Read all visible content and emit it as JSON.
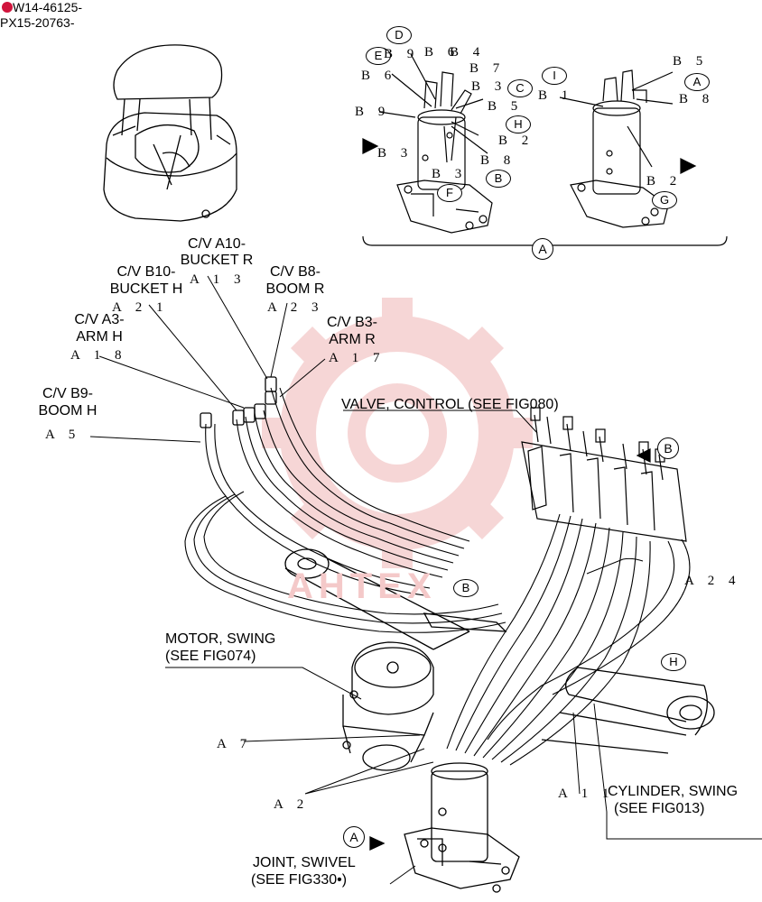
{
  "header": {
    "serial_line_1": "W14-46125-",
    "serial_line_2": "PX15-20763-"
  },
  "watermark": {
    "text": "AHTEX",
    "color": "#f0b3b3"
  },
  "inset": {
    "bracket_circle": "A",
    "circles": [
      "D",
      "E",
      "C",
      "H",
      "B",
      "F",
      "I",
      "A",
      "G"
    ],
    "left_refs": [
      "B 9",
      "B 6",
      "B 4",
      "B 7",
      "B 6",
      "B 3",
      "B 5",
      "B 9",
      "B 2",
      "B 3",
      "B 3",
      "B 8"
    ],
    "right_refs": [
      "B 5",
      "B 1",
      "B 8",
      "B 2"
    ]
  },
  "labels": {
    "cv_a10": {
      "line1": "C/V A10-",
      "line2": "BUCKET R",
      "ref": "A 1 3"
    },
    "cv_b10": {
      "line1": "C/V B10-",
      "line2": "BUCKET H",
      "ref": "A 2 1"
    },
    "cv_b8": {
      "line1": "C/V B8-",
      "line2": "BOOM R",
      "ref": "A 2 3"
    },
    "cv_a3": {
      "line1": "C/V A3-",
      "line2": "ARM H",
      "ref": "A 1 8"
    },
    "cv_b3": {
      "line1": "C/V B3-",
      "line2": "ARM R",
      "ref": "A 1 7"
    },
    "cv_b9": {
      "line1": "C/V B9-",
      "line2": "BOOM H",
      "ref": "A 5"
    },
    "valve_control": "VALVE, CONTROL (SEE FIG080)",
    "valve_circle": "B",
    "a24": "A 2 4",
    "b_circle_mid": "B",
    "h_circle": "H",
    "motor_line1": "MOTOR, SWING",
    "motor_line2": "(SEE FIG074)",
    "a7": "A 7",
    "a2": "A 2",
    "a11": "A 1 1",
    "cylinder_line1": "CYLINDER, SWING",
    "cylinder_line2": "(SEE FIG013)",
    "joint_circle": "A",
    "joint_line1": "JOINT, SWIVEL",
    "joint_line2": "(SEE FIG330•)"
  }
}
